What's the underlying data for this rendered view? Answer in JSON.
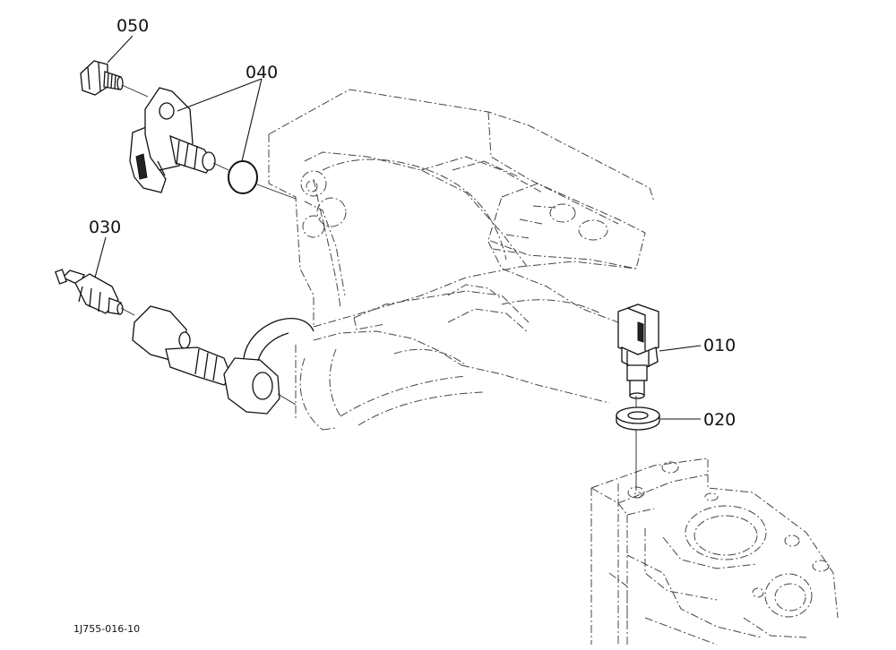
{
  "callouts": {
    "c010": "010",
    "c020": "020",
    "c030": "030",
    "c040": "040",
    "c050": "050"
  },
  "figure_id": "1J755-016-10",
  "parts": [
    {
      "callout": "010",
      "icon": "temperature-sensor-icon"
    },
    {
      "callout": "020",
      "icon": "washer-icon"
    },
    {
      "callout": "030",
      "icon": "oil-pressure-switch-icon"
    },
    {
      "callout": "040",
      "icon": "o-ring-icon"
    },
    {
      "callout": "050",
      "icon": "bolt-icon"
    }
  ]
}
